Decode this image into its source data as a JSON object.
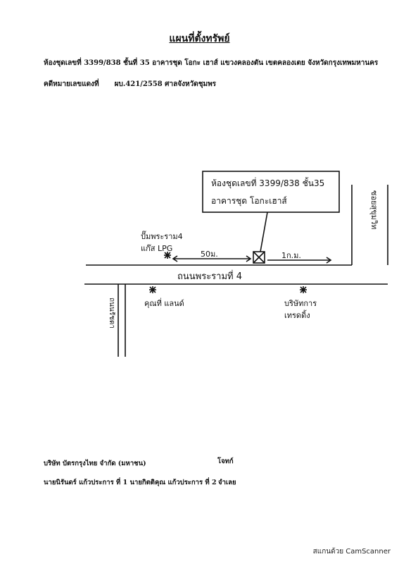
{
  "title": "แผนที่ตั้งทรัพย์",
  "address": "ห้องชุดเลขที่ 3399/838 ชั้นที่ 35 อาคารชุด โอกะ เฮาส์ แขวงคลองตัน เขตคลองเตย จังหวัดกรุงเทพมหานคร",
  "case_label": "คดีหมายเลขแดงที่",
  "case_number": "ผบ.421/2558 ศาลจังหวัดชุมพร",
  "map": {
    "callout_line1": "ห้องชุดเลขที่ 3399/838 ชั้น35",
    "callout_line2": "อาคารชุด โอกะเฮาส์",
    "gas_line1": "ปั๊มพระราม4",
    "gas_line2": "แก๊ส LPG",
    "dist_left": "50ม.",
    "dist_right": "1ก.ม.",
    "main_road": "ถนนพระรามที่ 4",
    "right_road": "ซอยสุขุมวิท",
    "left_road": "ถนนรัชดา",
    "kfc_line1": "คุณที่ แลนด์",
    "store_line1": "บริษัทการ",
    "store_line2": "เทรดดิ้ง"
  },
  "sig": {
    "company": "บริษัท บัตรกรุงไทย จำกัด (มหาชน)",
    "role": "โจทก์",
    "names": "นายนิรันดร์ แก้วประการ ที่ 1 นายกิตติคุณ แก้วประการ ที่ 2",
    "role2": "จำเลย"
  },
  "footer": "สแกนด้วย CamScanner"
}
